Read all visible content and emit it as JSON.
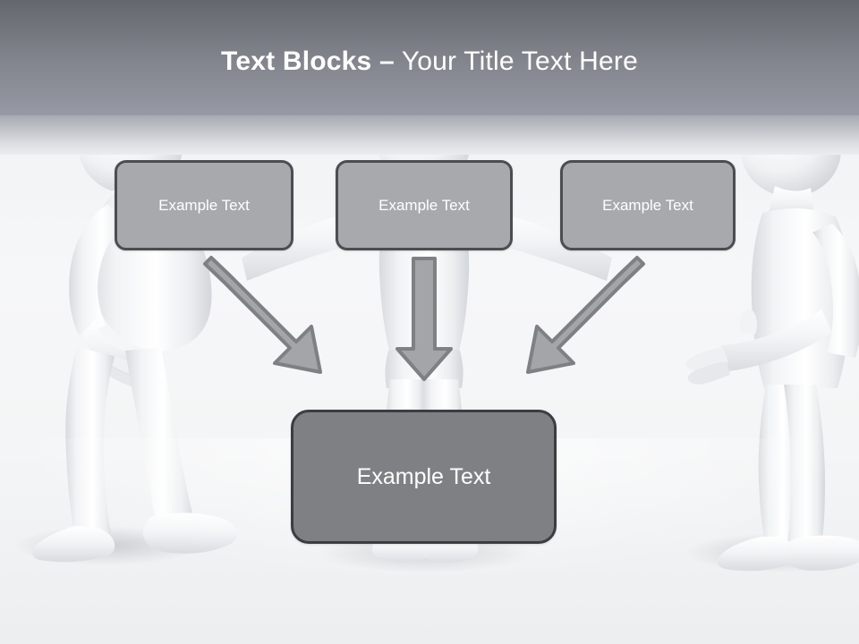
{
  "slide": {
    "title_bold": "Text Blocks –",
    "title_regular": " Your Title Text Here",
    "title_full": "Text Blocks – Your Title Text Here"
  },
  "theme": {
    "header_top_color": "#64676d",
    "header_bottom_color": "#979aa4",
    "box_fill": "#a7a9ac",
    "box_border": "#4a4d52",
    "result_fill": "#7e8083",
    "result_border": "#3a3d41",
    "arrow_fill": "#a3a5a8",
    "arrow_stroke": "#7e8184",
    "text_color": "#ffffff",
    "background": "#f4f5f6"
  },
  "blocks": {
    "top": [
      {
        "label": "Example Text"
      },
      {
        "label": "Example Text"
      },
      {
        "label": "Example Text"
      }
    ],
    "result": {
      "label": "Example Text"
    }
  },
  "arrows": [
    {
      "name": "arrow-left-diagonal",
      "direction": "down-right"
    },
    {
      "name": "arrow-middle-vertical",
      "direction": "down"
    },
    {
      "name": "arrow-right-diagonal",
      "direction": "down-left"
    }
  ],
  "figures": [
    {
      "name": "figure-left",
      "pose": "bending-forward"
    },
    {
      "name": "figure-center",
      "pose": "arms-outstretched"
    },
    {
      "name": "figure-right",
      "pose": "standing-arm-extended"
    }
  ]
}
